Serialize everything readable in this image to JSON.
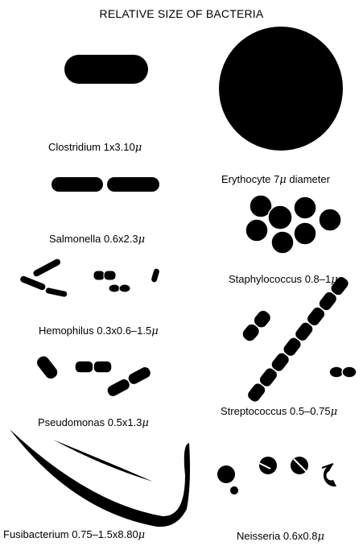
{
  "title": "RELATIVE SIZE OF BACTERIA",
  "fill_color": "#000000",
  "background_color": "#ffffff",
  "labels": {
    "clostridium": {
      "name": "Clostridium",
      "size": "1x3.10",
      "unit": "μ"
    },
    "erythocyte": {
      "name": "Erythocyte",
      "size": "7",
      "unit": "μ",
      "suffix": "diameter"
    },
    "salmonella": {
      "name": "Salmonella",
      "size": "0.6x2.3",
      "unit": "μ"
    },
    "staphylococcus": {
      "name": "Staphylococcus",
      "size": "0.8–1",
      "unit": "μ"
    },
    "hemophilus": {
      "name": "Hemophilus",
      "size": "0.3x0.6–1.5",
      "unit": "μ"
    },
    "streptococcus": {
      "name": "Streptococcus",
      "size": "0.5–0.75",
      "unit": "μ"
    },
    "pseudomonas": {
      "name": "Pseudomonas",
      "size": "0.5x1.3",
      "unit": "μ"
    },
    "fusibacterium": {
      "name": "Fusibacterium",
      "size": "0.75–1.5x8.80",
      "unit": "μ"
    },
    "neisseria": {
      "name": "Neisseria",
      "size": "0.6x0.8",
      "unit": "μ"
    }
  }
}
